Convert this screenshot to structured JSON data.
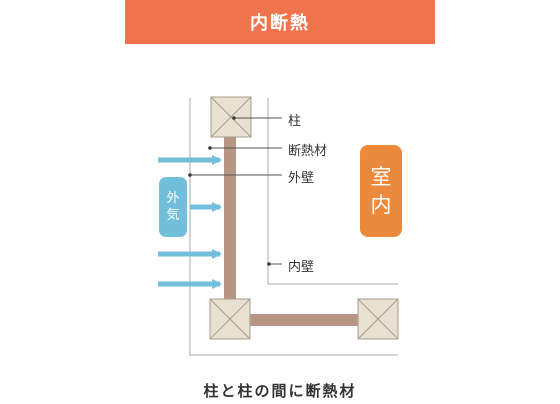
{
  "title": "内断熱",
  "labels": {
    "pillar": "柱",
    "insulation": "断熱材",
    "outer_wall": "外壁",
    "inner_wall": "内壁"
  },
  "outside": {
    "char1": "外",
    "char2": "気"
  },
  "inside": {
    "char1": "室",
    "char2": "内"
  },
  "caption": "柱と柱の間に断熱材",
  "colors": {
    "header": "#ef744c",
    "outside": "#72bfdc",
    "inside": "#eb8a3d",
    "insulation": "#b89684",
    "pillar": "#e8e0d0"
  }
}
